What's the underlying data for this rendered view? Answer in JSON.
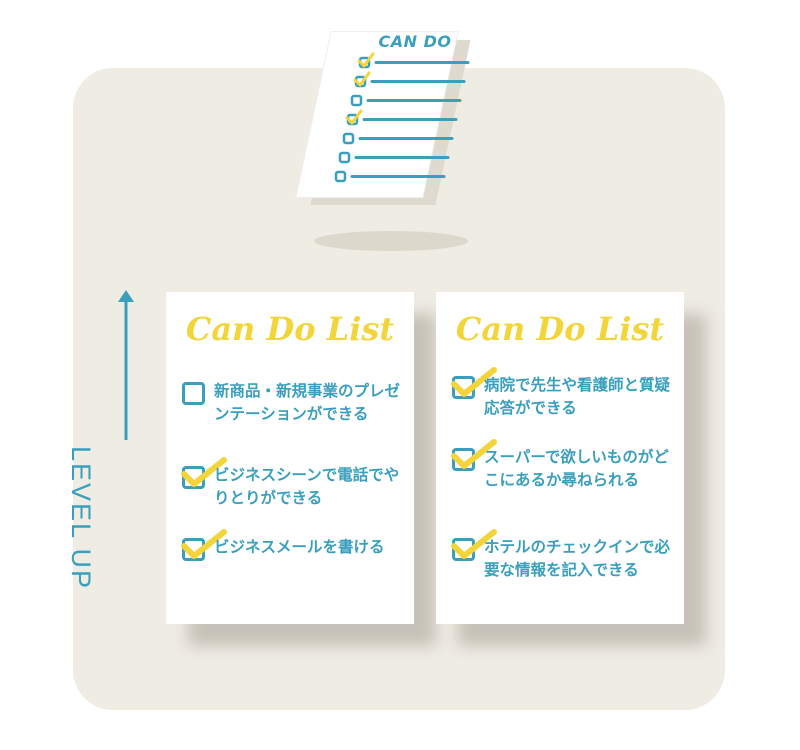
{
  "document_icon": {
    "title": "CAN DO",
    "checked_rows": [
      true,
      true,
      false,
      true,
      false,
      false,
      false
    ]
  },
  "level_label": "LEVEL UP",
  "cards": [
    {
      "title": "Can Do List",
      "items": [
        {
          "text": "新商品・新規事業のプレゼンテーションができる",
          "checked": false
        },
        {
          "text": "ビジネスシーンで電話でやりとりができる",
          "checked": true
        },
        {
          "text": "ビジネスメールを書ける",
          "checked": true
        }
      ]
    },
    {
      "title": "Can Do List",
      "items": [
        {
          "text": "病院で先生や看護師と質疑応答ができる",
          "checked": true
        },
        {
          "text": "スーパーで欲しいものがどこにあるか尋ねられる",
          "checked": true
        },
        {
          "text": "ホテルのチェックインで必要な情報を記入できる",
          "checked": true
        }
      ]
    }
  ],
  "colors": {
    "accent_blue": "#3a9fbd",
    "check_yellow": "#f2d53a",
    "panel_beige": "#efece4"
  }
}
